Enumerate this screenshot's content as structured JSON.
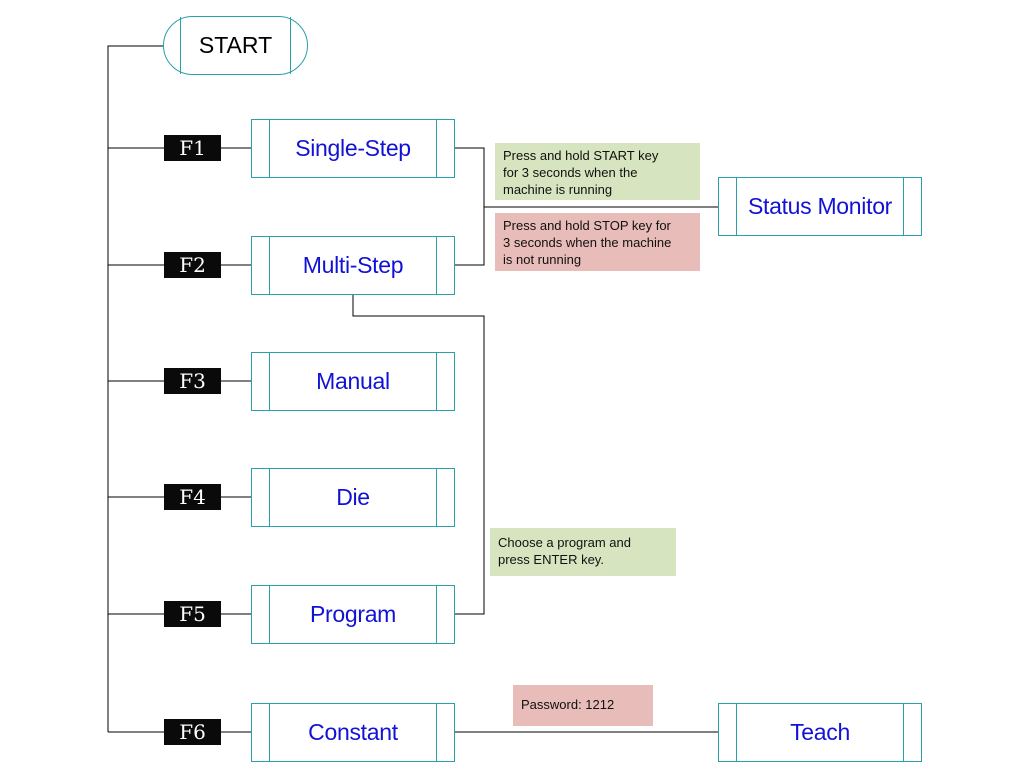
{
  "start": {
    "label": "START"
  },
  "menu": [
    {
      "key": "F1",
      "label": "Single-Step"
    },
    {
      "key": "F2",
      "label": "Multi-Step"
    },
    {
      "key": "F3",
      "label": "Manual"
    },
    {
      "key": "F4",
      "label": "Die"
    },
    {
      "key": "F5",
      "label": "Program"
    },
    {
      "key": "F6",
      "label": "Constant"
    }
  ],
  "targets": {
    "status_monitor": "Status Monitor",
    "teach": "Teach"
  },
  "notes": {
    "start_hold": [
      "Press and hold START key",
      "for 3 seconds when the",
      "machine is running"
    ],
    "stop_hold": [
      "Press and hold STOP key for",
      "3 seconds when the machine",
      "is not running"
    ],
    "program_choose": [
      "Choose a program and",
      "press ENTER key."
    ],
    "password": [
      "Password: 1212"
    ]
  },
  "colors": {
    "box_border": "#2aa0a8",
    "box_text": "#1212d6",
    "note_green": "#d6e4bf",
    "note_red": "#e8bcb9"
  }
}
